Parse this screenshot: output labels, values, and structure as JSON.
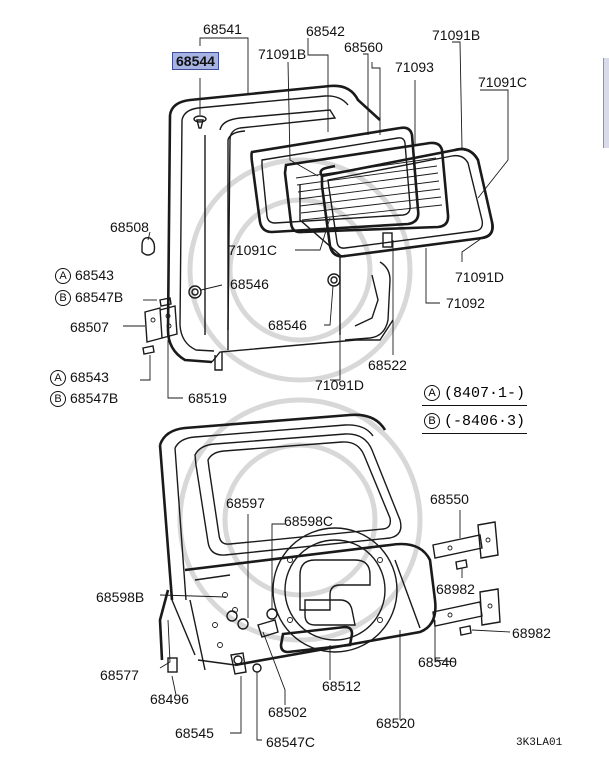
{
  "diagram": {
    "highlighted_part": "68544",
    "labels": {
      "p68541": "68541",
      "p68544": "68544",
      "p68542": "68542",
      "p68560": "68560",
      "p71091b_a": "71091B",
      "p71091b_b": "71091B",
      "p71093": "71093",
      "p71091c_a": "71091C",
      "p71091c_b": "71091C",
      "p68508": "68508",
      "p68543_a": "68543",
      "p68547b_a": "68547B",
      "p68546_a": "68546",
      "p68546_b": "68546",
      "p71091d_a": "71091D",
      "p71091d_b": "71091D",
      "p71092": "71092",
      "p68507": "68507",
      "p68522": "68522",
      "p68543_b": "68543",
      "p68547b_b": "68547B",
      "p68519": "68519",
      "p68597": "68597",
      "p68598c": "68598C",
      "p68550": "68550",
      "p68598b": "68598B",
      "p68982_a": "68982",
      "p68982_b": "68982",
      "p68577": "68577",
      "p68540": "68540",
      "p68512": "68512",
      "p68496": "68496",
      "p68502": "68502",
      "p68520": "68520",
      "p68545": "68545",
      "p68547c": "68547C"
    },
    "markers": {
      "a": "A",
      "b": "B"
    },
    "legend": {
      "a_marker": "A",
      "a_text": "(8407·1-)",
      "b_marker": "B",
      "b_text": "(-8406·3)"
    },
    "drawing_code": "3K3LA01",
    "colors": {
      "highlight": "#a6b3e3",
      "ink": "#1a1a1a",
      "watermark": "#d8d8d8"
    }
  }
}
